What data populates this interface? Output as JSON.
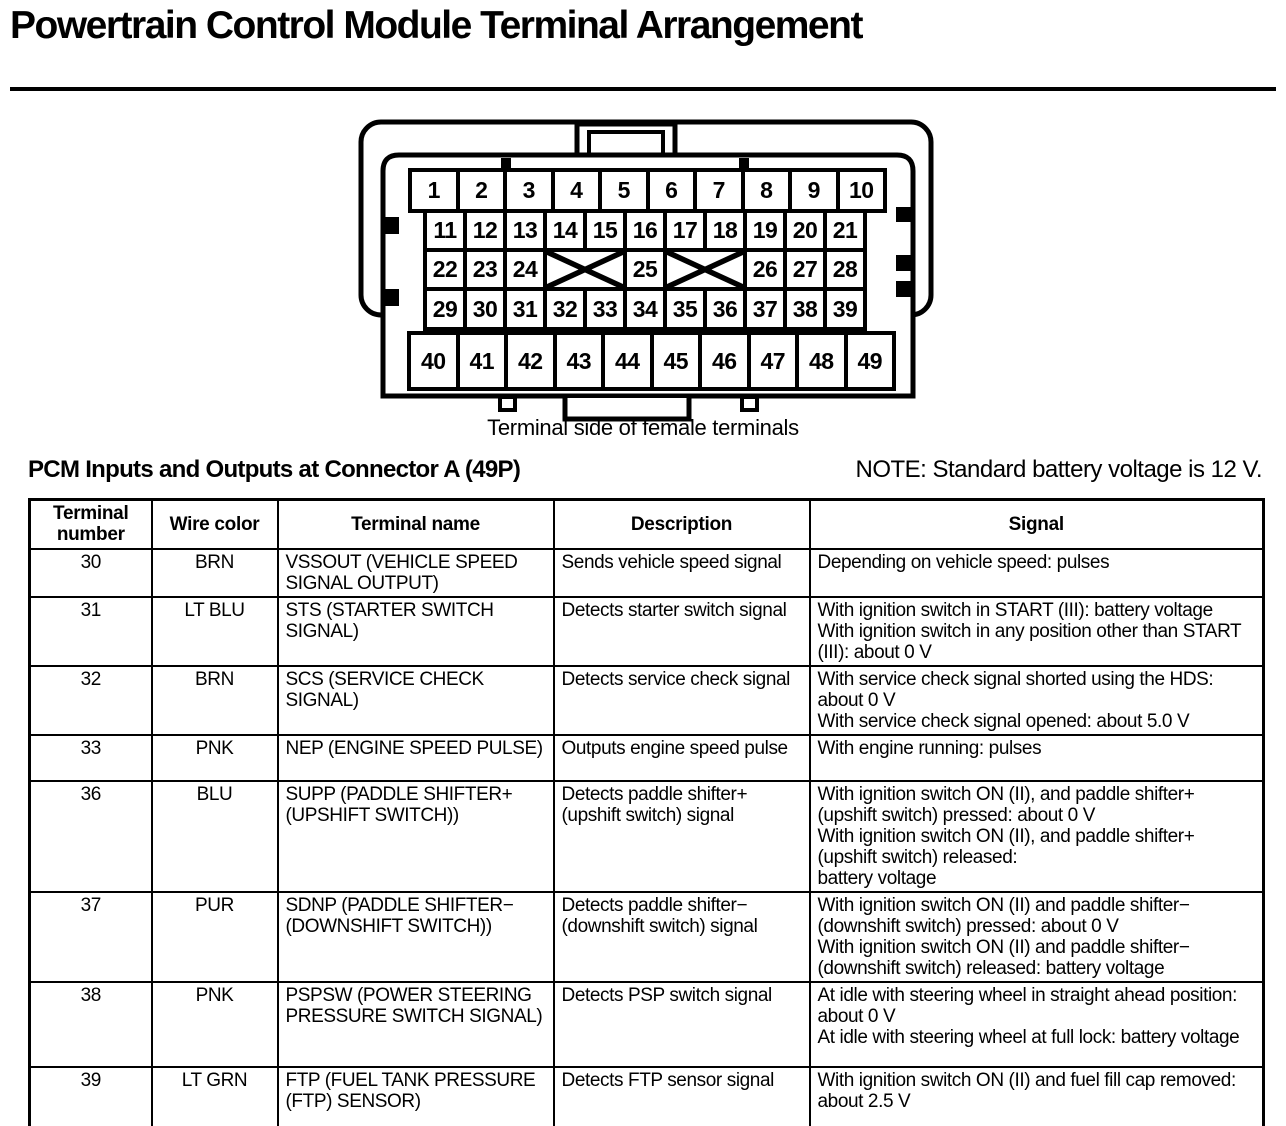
{
  "page": {
    "title": "Powertrain Control Module Terminal Arrangement"
  },
  "connector": {
    "caption": "Terminal side of female terminals",
    "rows": [
      {
        "cells": [
          {
            "label": "1"
          },
          {
            "label": "2"
          },
          {
            "label": "3"
          },
          {
            "label": "4"
          },
          {
            "label": "5"
          },
          {
            "label": "6"
          },
          {
            "label": "7"
          },
          {
            "label": "8"
          },
          {
            "label": "9"
          },
          {
            "label": "10"
          }
        ]
      },
      {
        "cells": [
          {
            "label": "11"
          },
          {
            "label": "12"
          },
          {
            "label": "13"
          },
          {
            "label": "14"
          },
          {
            "label": "15"
          },
          {
            "label": "16"
          },
          {
            "label": "17"
          },
          {
            "label": "18"
          },
          {
            "label": "19"
          },
          {
            "label": "20"
          },
          {
            "label": "21"
          }
        ]
      },
      {
        "cells": [
          {
            "label": "22"
          },
          {
            "label": "23"
          },
          {
            "label": "24"
          },
          {
            "label": "",
            "crossed": true
          },
          {
            "label": "25"
          },
          {
            "label": "",
            "crossed": true
          },
          {
            "label": "26"
          },
          {
            "label": "27"
          },
          {
            "label": "28"
          }
        ]
      },
      {
        "cells": [
          {
            "label": "29"
          },
          {
            "label": "30"
          },
          {
            "label": "31"
          },
          {
            "label": "32"
          },
          {
            "label": "33"
          },
          {
            "label": "34"
          },
          {
            "label": "35"
          },
          {
            "label": "36"
          },
          {
            "label": "37"
          },
          {
            "label": "38"
          },
          {
            "label": "39"
          }
        ]
      },
      {
        "cells": [
          {
            "label": "40"
          },
          {
            "label": "41"
          },
          {
            "label": "42"
          },
          {
            "label": "43"
          },
          {
            "label": "44"
          },
          {
            "label": "45"
          },
          {
            "label": "46"
          },
          {
            "label": "47"
          },
          {
            "label": "48"
          },
          {
            "label": "49"
          }
        ]
      }
    ]
  },
  "section": {
    "heading": "PCM Inputs and Outputs at Connector A (49P)",
    "note": "NOTE: Standard battery voltage is 12 V."
  },
  "table": {
    "columns": [
      "Terminal number",
      "Wire color",
      "Terminal name",
      "Description",
      "Signal"
    ],
    "rows": [
      {
        "terminal": "30",
        "wire_color": "BRN",
        "terminal_name": "VSSOUT (VEHICLE SPEED SIGNAL OUTPUT)",
        "description": "Sends vehicle speed signal",
        "signal": "Depending on vehicle speed: pulses"
      },
      {
        "terminal": "31",
        "wire_color": "LT BLU",
        "terminal_name": "STS (STARTER SWITCH SIGNAL)",
        "description": "Detects starter switch signal",
        "signal": "With ignition switch in START (III): battery voltage\nWith ignition switch in any position other than START (III): about 0 V"
      },
      {
        "terminal": "32",
        "wire_color": "BRN",
        "terminal_name": "SCS (SERVICE CHECK SIGNAL)",
        "description": "Detects service check signal",
        "signal": "With service check signal shorted using the HDS: about 0 V\nWith service check signal opened: about 5.0 V"
      },
      {
        "terminal": "33",
        "wire_color": "PNK",
        "terminal_name": "NEP (ENGINE SPEED PULSE)",
        "description": "Outputs engine speed pulse",
        "signal": "With engine running: pulses"
      },
      {
        "terminal": "36",
        "wire_color": "BLU",
        "terminal_name": "SUPP (PADDLE SHIFTER+ (UPSHIFT SWITCH))",
        "description": "Detects paddle shifter+ (upshift switch) signal",
        "signal": "With ignition switch ON (II), and paddle shifter+ (upshift switch) pressed: about 0 V\nWith ignition switch ON (II), and paddle shifter+ (upshift switch) released:\nbattery voltage"
      },
      {
        "terminal": "37",
        "wire_color": "PUR",
        "terminal_name": "SDNP (PADDLE SHIFTER− (DOWNSHIFT SWITCH))",
        "description": "Detects paddle shifter− (downshift switch) signal",
        "signal": "With ignition switch ON (II) and paddle shifter− (downshift switch) pressed: about 0 V\nWith ignition switch ON (II) and paddle shifter− (downshift switch) released: battery voltage"
      },
      {
        "terminal": "38",
        "wire_color": "PNK",
        "terminal_name": "PSPSW (POWER STEERING PRESSURE SWITCH SIGNAL)",
        "description": "Detects PSP switch signal",
        "signal": "At idle with steering wheel in straight ahead position: about 0 V\nAt idle with steering wheel at full lock: battery voltage"
      },
      {
        "terminal": "39",
        "wire_color": "LT GRN",
        "terminal_name": "FTP (FUEL TANK PRESSURE (FTP) SENSOR)",
        "description": "Detects FTP sensor signal",
        "signal": "With ignition switch ON (II) and fuel fill cap removed: about 2.5 V"
      }
    ]
  }
}
